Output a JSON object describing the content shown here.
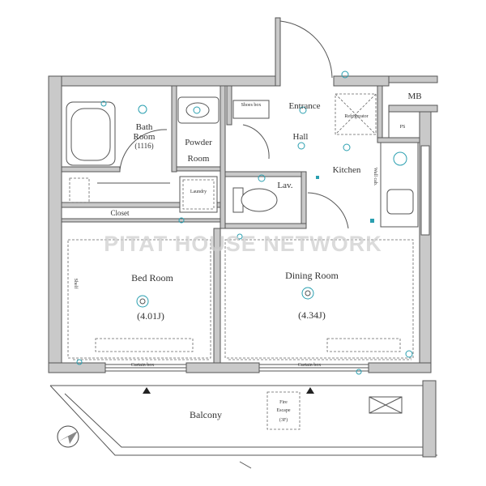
{
  "rooms": {
    "bath_room": "Bath",
    "bath_room_2": "Room",
    "bath_room_size": "(1116)",
    "powder_room": "Powder",
    "powder_room_2": "Room",
    "shoes_box": "Shoes box",
    "entrance": "Entrance",
    "refrigerator": "Refrigerator",
    "hall": "Hall",
    "kitchen": "Kitchen",
    "laundry": "Laundry",
    "lav": "Lav.",
    "closet": "Closet",
    "bed_room": "Bed Room",
    "bed_room_size": "(4.01J)",
    "dining_room": "Dining Room",
    "dining_room_size": "(4.34J)",
    "balcony": "Balcony",
    "mb": "MB",
    "ps": "PS",
    "curtain_box_left": "Curtain box",
    "curtain_box_right": "Curtain box",
    "fire_escape_1": "Fire",
    "fire_escape_2": "Escape",
    "fire_escape_3": "(3F)",
    "shelf": "Shelf",
    "wall_cabinet": "Wall cab."
  },
  "watermark": "PITAT HOUSE NETWORK",
  "colors": {
    "wall": "#c9c9c9",
    "line": "#555555",
    "device": "#2a9fb0",
    "watermark": "#cfcfcf"
  }
}
